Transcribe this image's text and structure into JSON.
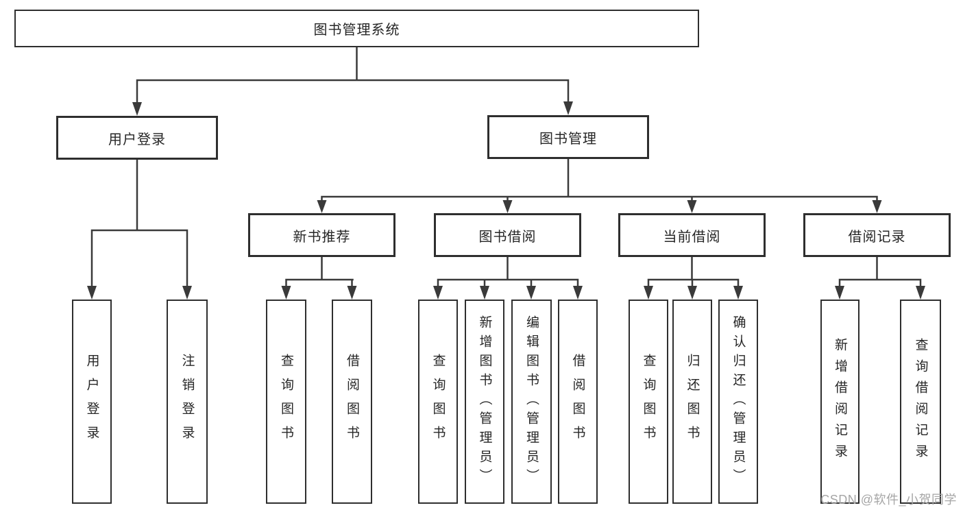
{
  "diagram": {
    "type": "tree",
    "root": {
      "label": "图书管理系统"
    },
    "level2": [
      {
        "label": "用户登录"
      },
      {
        "label": "图书管理"
      }
    ],
    "level3": [
      {
        "label": "新书推荐",
        "parent": "图书管理"
      },
      {
        "label": "图书借阅",
        "parent": "图书管理"
      },
      {
        "label": "当前借阅",
        "parent": "图书管理"
      },
      {
        "label": "借阅记录",
        "parent": "图书管理"
      }
    ],
    "leaves": [
      {
        "label": "用户登录",
        "parent": "用户登录"
      },
      {
        "label": "注销登录",
        "parent": "用户登录"
      },
      {
        "label": "查询图书",
        "parent": "新书推荐"
      },
      {
        "label": "借阅图书",
        "parent": "新书推荐"
      },
      {
        "label": "查询图书",
        "parent": "图书借阅"
      },
      {
        "label": "新增图书（管理员）",
        "parent": "图书借阅"
      },
      {
        "label": "编辑图书（管理员）",
        "parent": "图书借阅"
      },
      {
        "label": "借阅图书",
        "parent": "图书借阅"
      },
      {
        "label": "查询图书",
        "parent": "当前借阅"
      },
      {
        "label": "归还图书",
        "parent": "当前借阅"
      },
      {
        "label": "确认归还（管理员）",
        "parent": "当前借阅"
      },
      {
        "label": "新增借阅记录",
        "parent": "借阅记录"
      },
      {
        "label": "查询借阅记录",
        "parent": "借阅记录"
      }
    ],
    "colors": {
      "line": "#3a3a3a",
      "border": "#2e2e2e",
      "text": "#262626",
      "watermark_text": "#a6a6a6",
      "background": "#ffffff"
    }
  },
  "watermark": {
    "text": "CSDN @软件_小贺同学"
  }
}
